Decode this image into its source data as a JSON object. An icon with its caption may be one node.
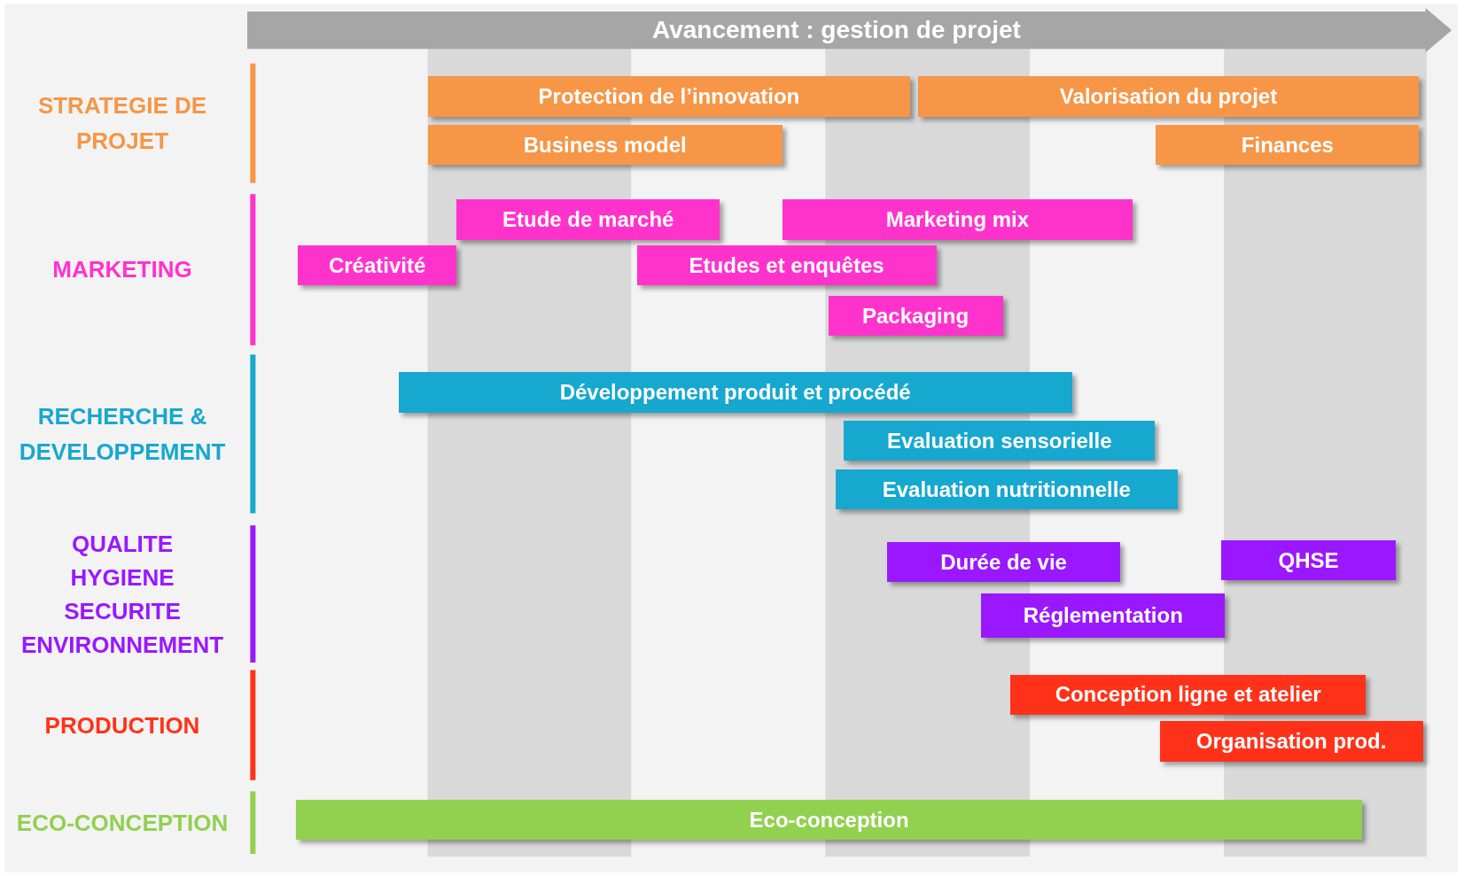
{
  "diagram": {
    "nodes": [
      {
        "text": [
          "Avancement : gestion de projet"
        ]
      },
      {
        "text": [
          "Protection de l’innovation"
        ]
      },
      {
        "text": [
          "Valorisation du projet"
        ]
      },
      {
        "text": [
          "Business model"
        ]
      },
      {
        "text": [
          "Finances"
        ]
      },
      {
        "text": [
          "Etude de marché"
        ]
      },
      {
        "text": [
          "Marketing mix"
        ]
      },
      {
        "text": [
          "Créativité"
        ]
      },
      {
        "text": [
          "Etudes et enquêtes"
        ]
      },
      {
        "text": [
          "Packaging"
        ]
      },
      {
        "text": [
          "Développement produit et procédé"
        ]
      },
      {
        "text": [
          "Evaluation sensorielle"
        ]
      },
      {
        "text": [
          "Evaluation nutritionnelle"
        ]
      },
      {
        "text": [
          "Durée de vie"
        ]
      },
      {
        "text": [
          "QHSE"
        ]
      },
      {
        "text": [
          "Réglementation"
        ]
      },
      {
        "text": [
          "Conception ligne et atelier"
        ]
      },
      {
        "text": [
          "Organisation prod."
        ]
      },
      {
        "text": [
          "Eco-conception"
        ]
      }
    ],
    "labels": [
      "STRATEGIE DE PROJET",
      "MARKETING",
      "RECHERCHE & DEVELOPPEMENT",
      "QUALITE HYGIENE SECURITE ENVIRONNEMENT",
      "PRODUCTION",
      "ECO-CONCEPTION"
    ]
  }
}
